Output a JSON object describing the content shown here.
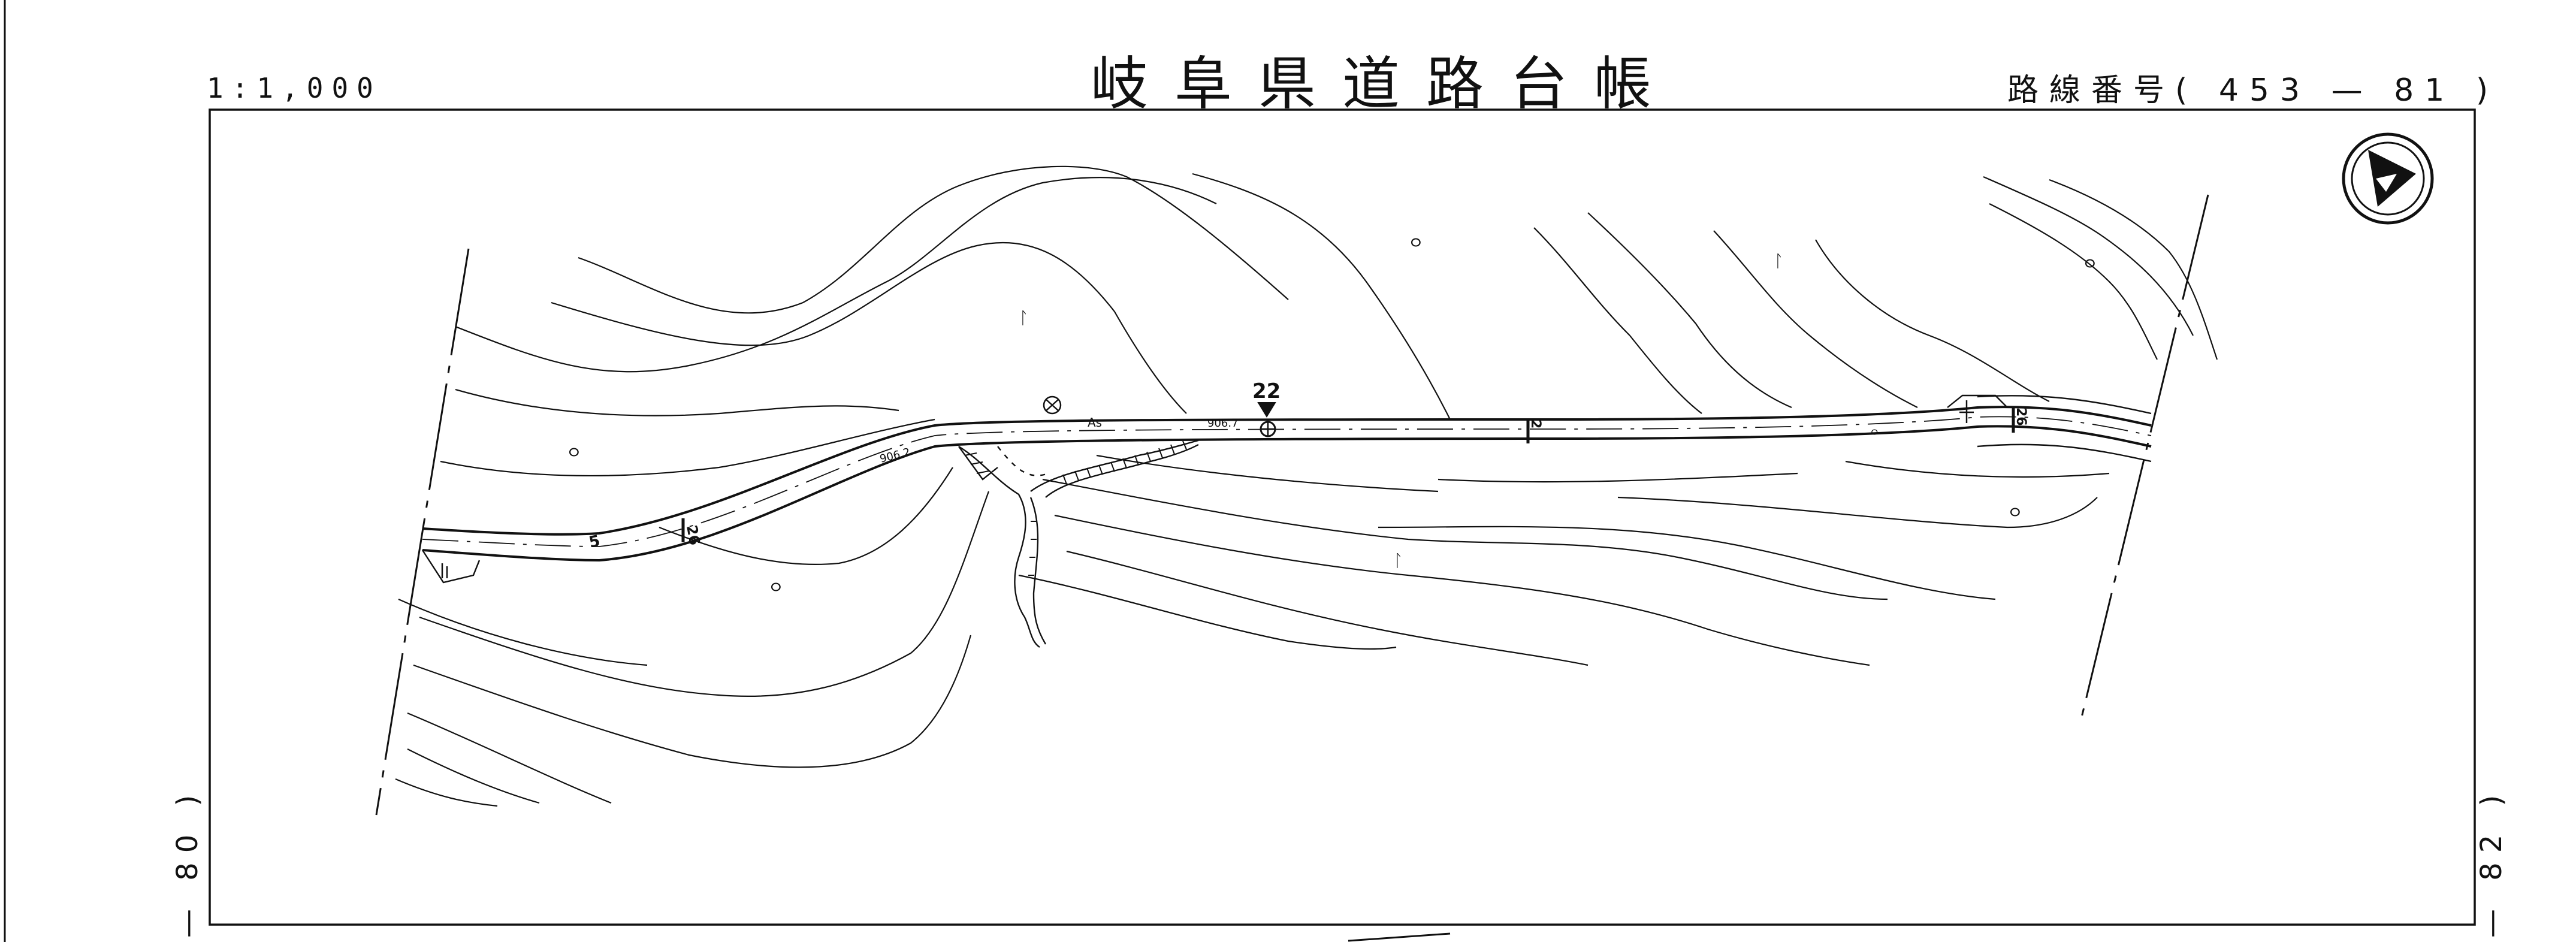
{
  "header": {
    "scale": "1:1,000",
    "title": "岐阜県道路台帳",
    "route_label": "路線番号",
    "route_number": "( 453 — 81 )"
  },
  "sheet_refs": {
    "left": "— 80 )",
    "right": "— 82 )"
  },
  "map": {
    "station_number": "22",
    "elevation_left": "906.2",
    "elevation_center": "906.7",
    "surface_label": "As",
    "road_markers": [
      "5",
      "26",
      "2",
      "26"
    ],
    "land_use_symbols": [
      "ㅇ",
      "ᛚ",
      "ㅇ",
      "ㅇ",
      "ᛚ",
      "ㅇ",
      "ᛚ",
      "ㅇ",
      "ㅇ"
    ],
    "north_arrow": "north-arrow-icon",
    "line_color": "#111111"
  }
}
